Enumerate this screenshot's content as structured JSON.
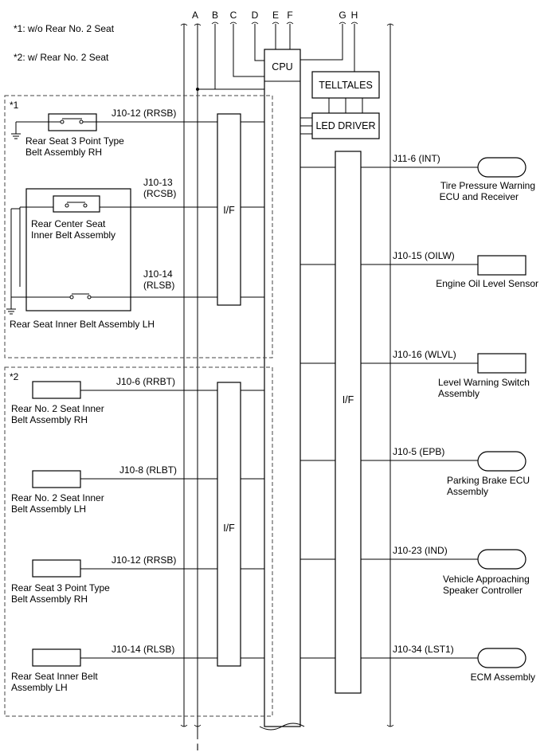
{
  "notes": {
    "note1": "*1: w/o Rear No. 2 Seat",
    "note2": "*2: w/ Rear No. 2 Seat",
    "group1_tag": "*1",
    "group2_tag": "*2"
  },
  "bus_letters": [
    "A",
    "B",
    "C",
    "D",
    "E",
    "F",
    "G",
    "H",
    "I"
  ],
  "blocks": {
    "cpu": "CPU",
    "telltales": "TELLTALES",
    "led_driver": "LED DRIVER",
    "if_left_top": "I/F",
    "if_left_bottom": "I/F",
    "if_right": "I/F"
  },
  "left_group1": {
    "rrsb_pin": "J10-12 (RRSB)",
    "rrsb_comp_line1": "Rear Seat 3 Point Type",
    "rrsb_comp_line2": "Belt Assembly RH",
    "rcsb_pin_line1": "J10-13",
    "rcsb_pin_line2": "(RCSB)",
    "rcsb_comp_line1": "Rear Center Seat",
    "rcsb_comp_line2": "Inner Belt Assembly",
    "rlsb_pin_line1": "J10-14",
    "rlsb_pin_line2": "(RLSB)",
    "rlsb_comp": "Rear Seat Inner Belt Assembly LH"
  },
  "left_group2": [
    {
      "pin": "J10-6 (RRBT)",
      "line1": "Rear No. 2 Seat Inner",
      "line2": "Belt Assembly RH"
    },
    {
      "pin": "J10-8 (RLBT)",
      "line1": "Rear No. 2 Seat Inner",
      "line2": "Belt Assembly LH"
    },
    {
      "pin": "J10-12 (RRSB)",
      "line1": "Rear Seat 3 Point Type",
      "line2": "Belt Assembly RH"
    },
    {
      "pin": "J10-14 (RLSB)",
      "line1": "Rear Seat Inner Belt",
      "line2": "Assembly LH"
    }
  ],
  "right_side": [
    {
      "pin": "J11-6 (INT)",
      "line1": "Tire Pressure Warning",
      "line2": "ECU and Receiver"
    },
    {
      "pin": "J10-15 (OILW)",
      "line1": "Engine Oil Level Sensor",
      "line2": ""
    },
    {
      "pin": "J10-16 (WLVL)",
      "line1": "Level Warning Switch",
      "line2": "Assembly"
    },
    {
      "pin": "J10-5 (EPB)",
      "line1": "Parking Brake ECU",
      "line2": "Assembly"
    },
    {
      "pin": "J10-23 (IND)",
      "line1": "Vehicle Approaching",
      "line2": "Speaker Controller"
    },
    {
      "pin": "J10-34 (LST1)",
      "line1": "ECM Assembly",
      "line2": ""
    }
  ]
}
